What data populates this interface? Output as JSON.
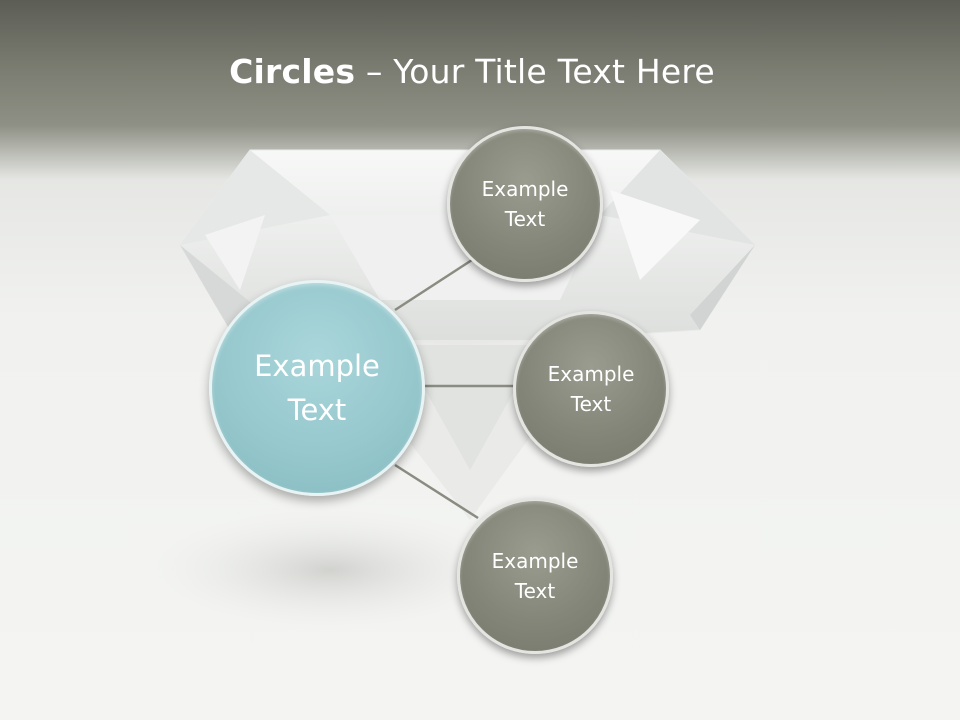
{
  "title": {
    "bold": "Circles",
    "rest": " – Your Title Text Here"
  },
  "center": {
    "label_line1": "Example",
    "label_line2": "Text",
    "color": "#96c8cd"
  },
  "satellites": [
    {
      "label_line1": "Example",
      "label_line2": "Text"
    },
    {
      "label_line1": "Example",
      "label_line2": "Text"
    },
    {
      "label_line1": "Example",
      "label_line2": "Text"
    }
  ],
  "colors": {
    "satellite": "#848679",
    "header": "#6b6d63",
    "connector": "#8a8c82"
  }
}
